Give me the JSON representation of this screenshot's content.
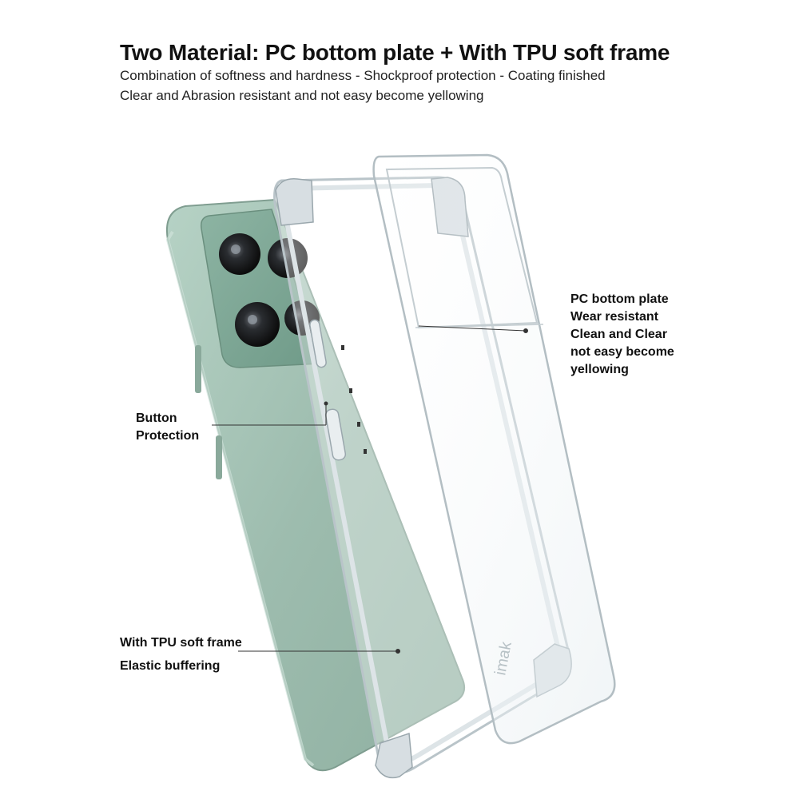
{
  "heading": {
    "title": "Two Material:  PC bottom plate + With TPU soft frame",
    "subtitle_1": "Combination of softness and hardness - Shockproof protection - Coating finished",
    "subtitle_2": "Clear and Abrasion resistant and not easy become yellowing"
  },
  "callouts": {
    "pc_plate": [
      "PC bottom plate",
      "Wear resistant",
      "Clean and Clear",
      "not easy become",
      "yellowing"
    ],
    "button": [
      "Button",
      "Protection"
    ],
    "tpu_frame": [
      "With TPU soft frame",
      "Elastic buffering"
    ]
  },
  "brand_mark": "imak",
  "colors": {
    "phone_body": "#9fbfb0",
    "camera_bump": "#7ea898",
    "lens": "#1c1c1c",
    "case_edge": "#c9d2d6"
  }
}
